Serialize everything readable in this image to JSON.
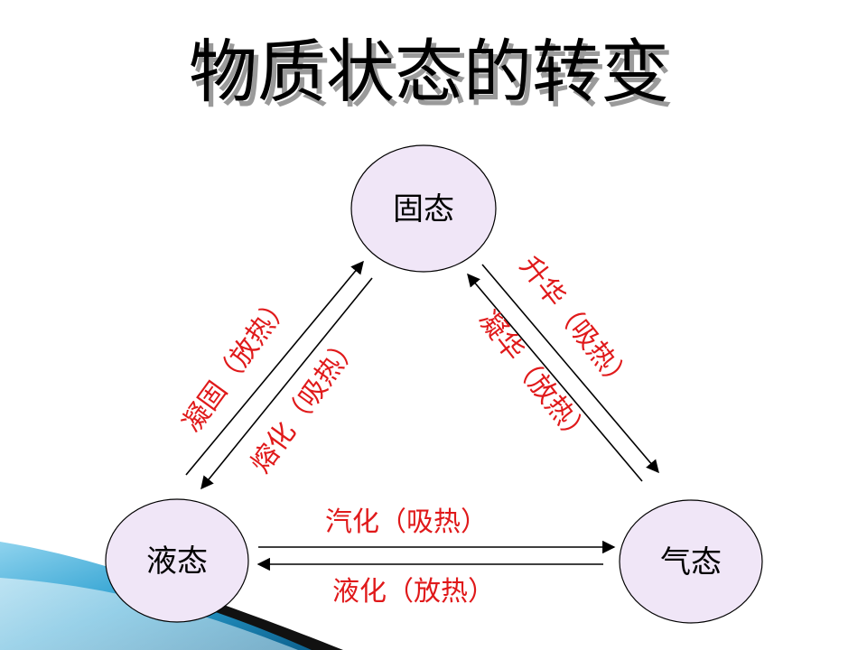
{
  "title": "物质状态的转变",
  "nodes": {
    "solid": "固态",
    "liquid": "液态",
    "gas": "气态"
  },
  "transitions": {
    "solidification": "凝固（放热）",
    "melting": "熔化（吸热）",
    "sublimation": "升华（吸热）",
    "desublimation": "凝华（放热）",
    "vaporization": "汽化（吸热）",
    "liquefaction": "液化（放热）"
  },
  "colors": {
    "node_fill": "#f0e6f7",
    "label_red": "#e0191a",
    "banner_blue": "#2a9fd0"
  }
}
